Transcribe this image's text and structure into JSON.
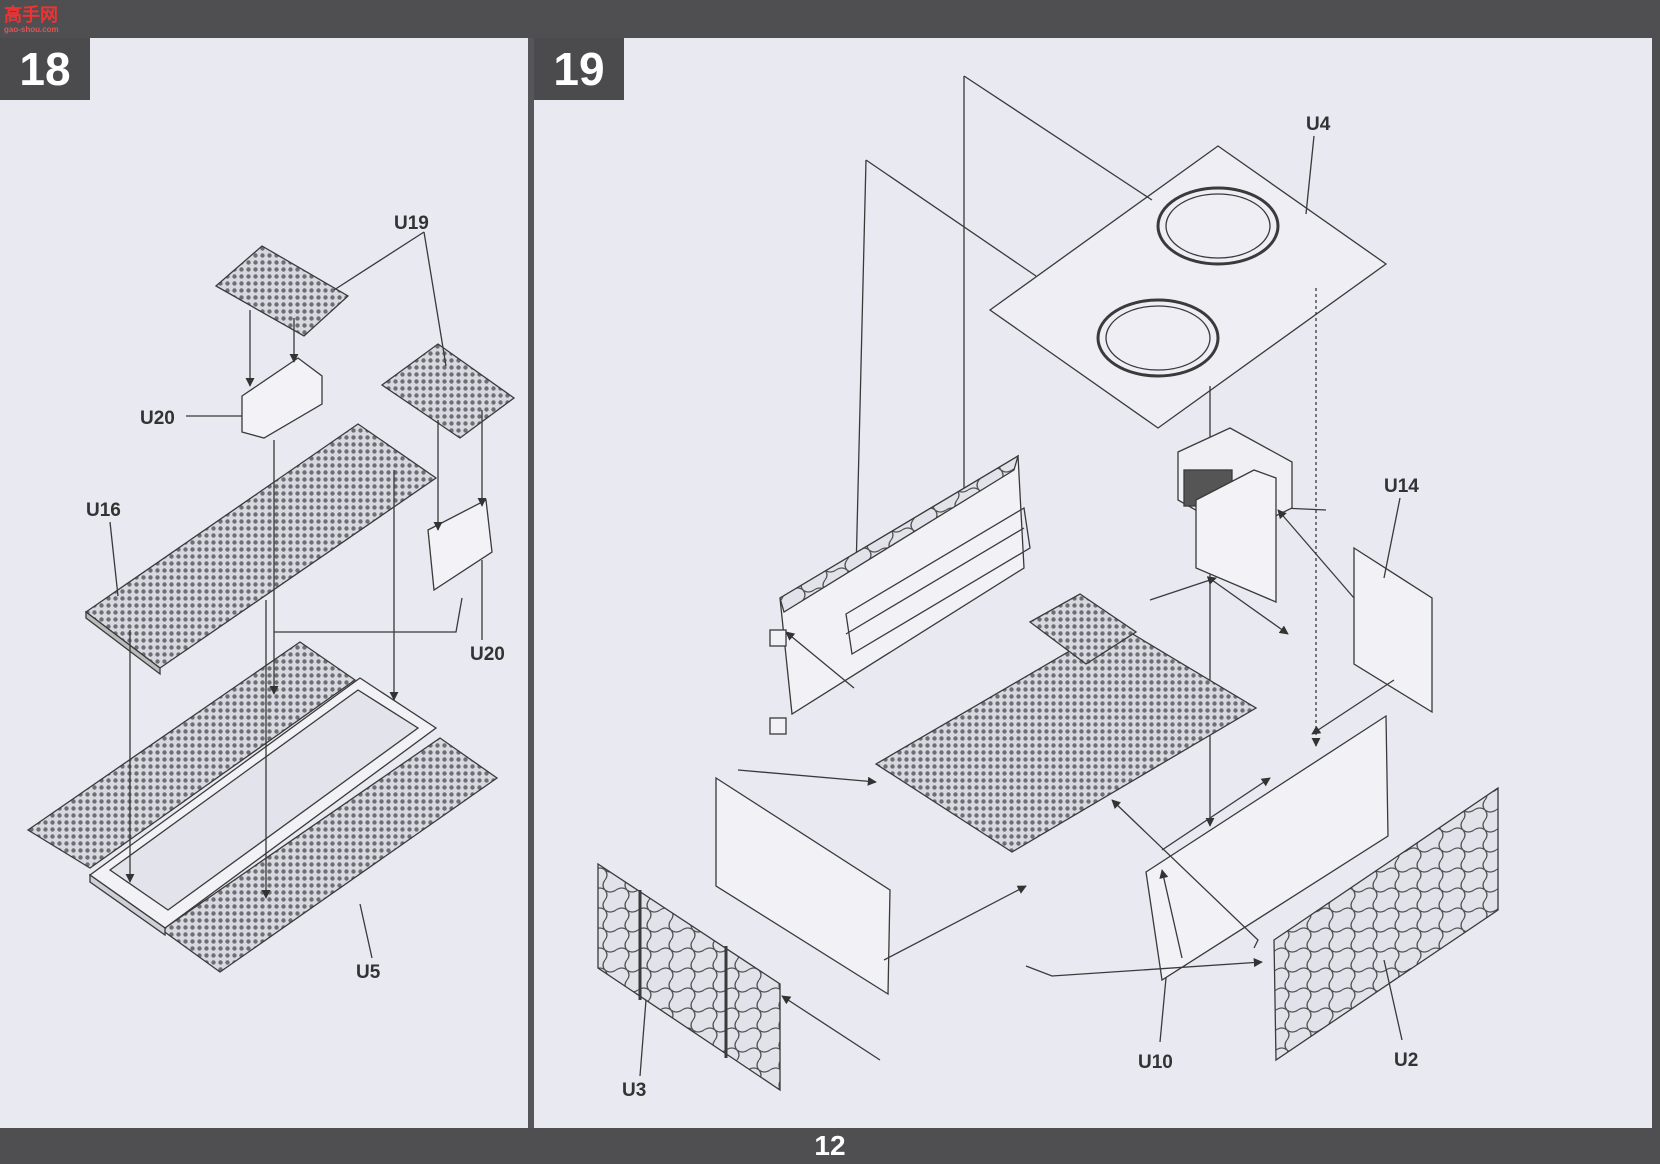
{
  "watermark": {
    "brand": "高手网",
    "site": "gao-shou.com"
  },
  "page_number": "12",
  "steps": [
    {
      "number": "18",
      "parts": {
        "u19": "U19",
        "u20_top": "U20",
        "u16": "U16",
        "u20_right": "U20",
        "u5": "U5"
      }
    },
    {
      "number": "19",
      "parts": {
        "u4": "U4",
        "u14": "U14",
        "u3": "U3",
        "u10": "U10",
        "u2": "U2"
      }
    }
  ],
  "colors": {
    "background": "#e9e9f2",
    "bars": "#4f4f52",
    "step_box": "#4b4b4e",
    "line": "#3a3a3a",
    "grille": "#888888"
  }
}
